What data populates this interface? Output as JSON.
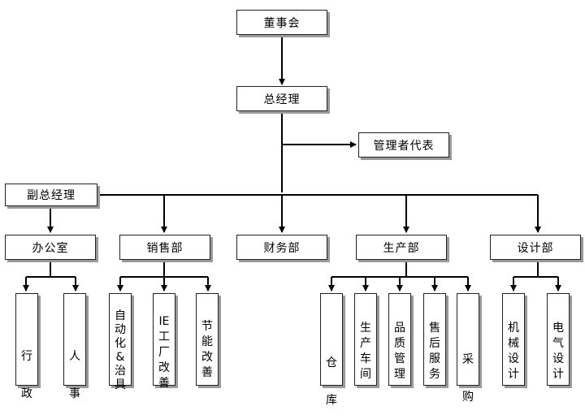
{
  "org": {
    "board": "董事会",
    "gm": "总经理",
    "mgmt_rep": "管理者代表",
    "vice_gm": "副总经理",
    "departments": {
      "office": "办公室",
      "sales": "销售部",
      "finance": "财务部",
      "production": "生产部",
      "design": "设计部"
    },
    "units": {
      "admin": "行\n政",
      "hr": "人\n事",
      "automation": "自\n动\n化\n&\n治\n具",
      "ie": "IE\n工\n厂\n改\n善",
      "energy": "节\n能\n改\n善",
      "warehouse": "仓\n库",
      "workshop": "生\n产\n车\n间",
      "quality": "品\n质\n管\n理",
      "after_sales": "售\n后\n服\n务",
      "purchasing": "采\n购",
      "mech_design": "机\n械\n设\n计",
      "elec_design": "电\n气\n设\n计"
    }
  },
  "colors": {
    "line": "#000000",
    "shadow": "#9a9a9a",
    "border": "#222222"
  }
}
